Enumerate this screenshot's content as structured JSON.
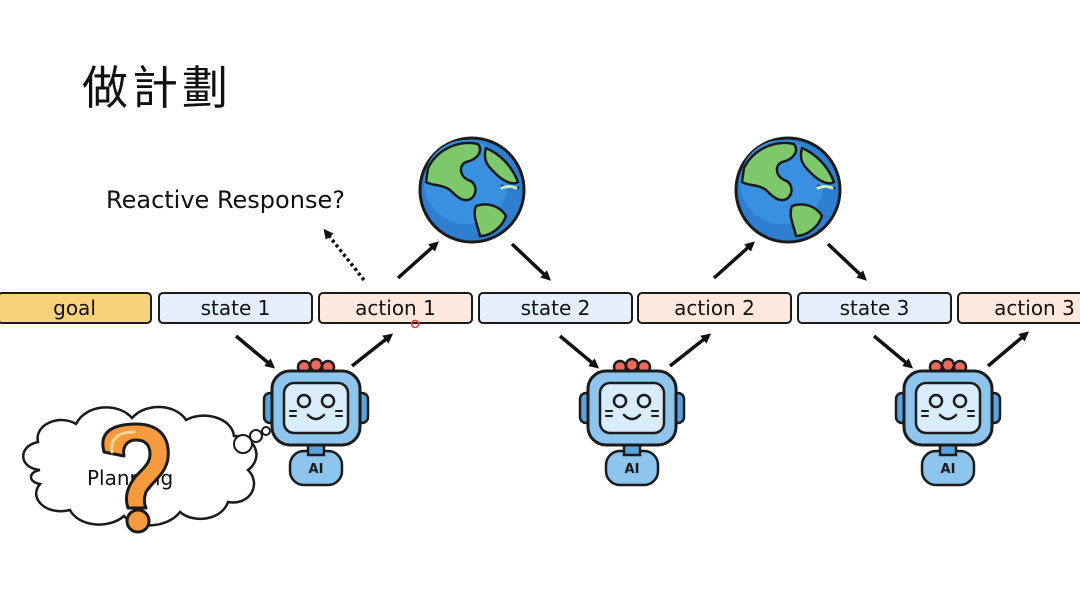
{
  "title": "做計劃",
  "reactive_label": "Reactive Response?",
  "planning_label": "Planning",
  "chain": {
    "goal": "goal",
    "state_1": "state 1",
    "action_1": "action 1",
    "state_2": "state 2",
    "action_2": "action 2",
    "state_3": "state 3",
    "action_3": "action 3"
  },
  "robot_badge": "AI",
  "colors": {
    "goal": "#f8d27a",
    "state": "#e4eefc",
    "action": "#fde8de",
    "robot_body": "#8ec5ee",
    "robot_screen": "#d9ecfb",
    "robot_dots": "#ee6b5b",
    "question_mark": "#f59b3d"
  },
  "icons": [
    "earth-globe-icon",
    "ai-robot-icon",
    "question-mark-icon",
    "thought-cloud-icon",
    "arrow-icon"
  ]
}
